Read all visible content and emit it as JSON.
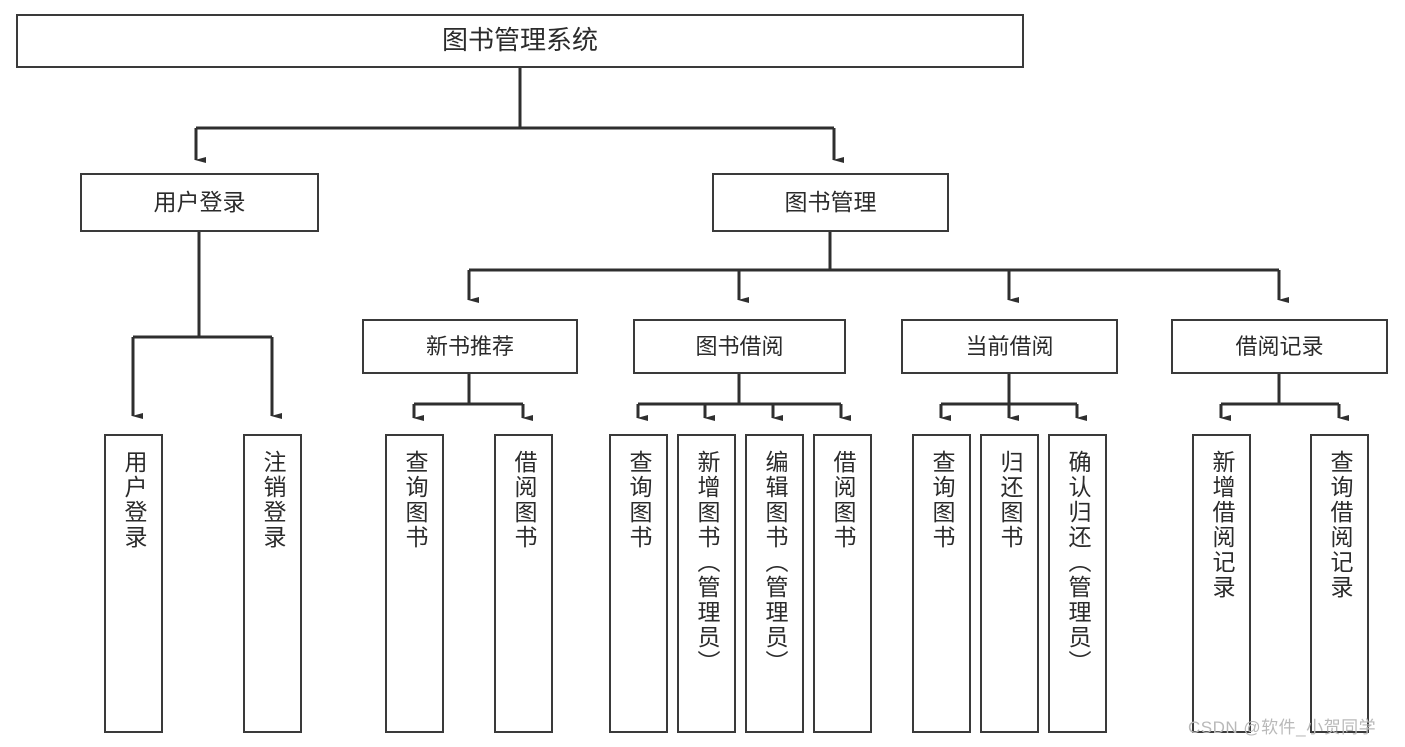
{
  "diagram": {
    "type": "tree-hierarchy-flowchart",
    "title": "图书管理系统",
    "colors": {
      "box_border": "#3a3a3a",
      "box_fill": "#ffffff",
      "edge": "#2f2f2f",
      "text": "#2b2b2b",
      "watermark": "#b9b9b9",
      "background": "#ffffff"
    },
    "root": {
      "label": "图书管理系统"
    },
    "level1": [
      {
        "label": "用户登录"
      },
      {
        "label": "图书管理"
      }
    ],
    "level2": [
      {
        "label": "新书推荐"
      },
      {
        "label": "图书借阅"
      },
      {
        "label": "当前借阅"
      },
      {
        "label": "借阅记录"
      }
    ],
    "leaves": {
      "user_login": [
        {
          "label": "用户登录"
        },
        {
          "label": "注销登录"
        }
      ],
      "new_book_recommend": [
        {
          "label": "查询图书"
        },
        {
          "label": "借阅图书"
        }
      ],
      "book_borrow": [
        {
          "label": "查询图书"
        },
        {
          "label": "新增图书（管理员）"
        },
        {
          "label": "编辑图书（管理员）"
        },
        {
          "label": "借阅图书"
        }
      ],
      "current_borrow": [
        {
          "label": "查询图书"
        },
        {
          "label": "归还图书"
        },
        {
          "label": "确认归还（管理员）"
        }
      ],
      "borrow_record": [
        {
          "label": "新增借阅记录"
        },
        {
          "label": "查询借阅记录"
        }
      ]
    },
    "watermark": "CSDN @软件_小贺同学"
  }
}
